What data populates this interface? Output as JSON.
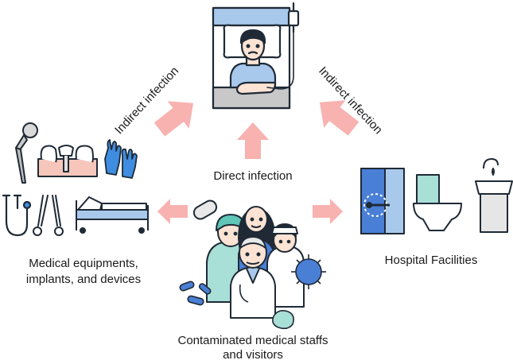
{
  "labels": {
    "indirect_left": "Indirect infection",
    "indirect_right": "Indirect infection",
    "direct": "Direct infection",
    "equipment_line1": "Medical equipments,",
    "equipment_line2": "implants, and devices",
    "facilities": "Hospital Facilities",
    "staff_line1": "Contaminated medical staffs",
    "staff_line2": "and visitors"
  },
  "colors": {
    "arrow": "#f8b2b0",
    "outline": "#1f2a36",
    "bed_blue": "#a9c9ec",
    "bed_gray": "#c8c8c8",
    "glove_blue": "#3f8de0",
    "scrub_teal": "#a8dfd6",
    "teal_dark": "#5fc6b8",
    "virus_blue": "#4a7fd6",
    "skin": "#fde3d3"
  },
  "icons": {
    "patient": "patient-in-bed-icon",
    "iv": "iv-drip-icon",
    "hip_implant": "hip-implant-icon",
    "teeth": "dental-implant-icon",
    "gloves": "gloves-icon",
    "stethoscope": "stethoscope-icon",
    "tools": "scissors-forceps-icon",
    "bed": "hospital-bed-icon",
    "door": "door-icon",
    "toilet": "toilet-icon",
    "sink": "sink-icon",
    "bacteria": "bacteria-icon",
    "virus": "virus-icon",
    "staff": "medical-staff-icon"
  }
}
